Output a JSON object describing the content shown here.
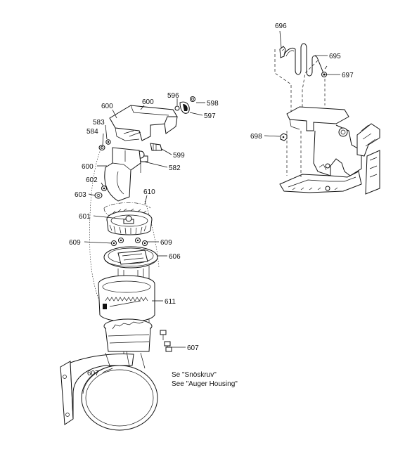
{
  "diagram": {
    "callouts": [
      {
        "id": "c696",
        "text": "696"
      },
      {
        "id": "c695",
        "text": "695"
      },
      {
        "id": "c697",
        "text": "697"
      },
      {
        "id": "c698",
        "text": "698"
      },
      {
        "id": "c596",
        "text": "596"
      },
      {
        "id": "c598",
        "text": "598"
      },
      {
        "id": "c600a",
        "text": "600"
      },
      {
        "id": "c600b",
        "text": "600"
      },
      {
        "id": "c597",
        "text": "597"
      },
      {
        "id": "c583",
        "text": "583"
      },
      {
        "id": "c584",
        "text": "584"
      },
      {
        "id": "c599",
        "text": "599"
      },
      {
        "id": "c582",
        "text": "582"
      },
      {
        "id": "c600c",
        "text": "600"
      },
      {
        "id": "c602",
        "text": "602"
      },
      {
        "id": "c603",
        "text": "603"
      },
      {
        "id": "c610",
        "text": "610"
      },
      {
        "id": "c601",
        "text": "601"
      },
      {
        "id": "c609a",
        "text": "609"
      },
      {
        "id": "c609b",
        "text": "609"
      },
      {
        "id": "c606",
        "text": "606"
      },
      {
        "id": "c611",
        "text": "611"
      },
      {
        "id": "c607a",
        "text": "607"
      },
      {
        "id": "c607b",
        "text": "607"
      }
    ],
    "notes": {
      "see_sv": "Se \"Snöskruv\"",
      "see_en": "See \"Auger Housing\""
    }
  }
}
